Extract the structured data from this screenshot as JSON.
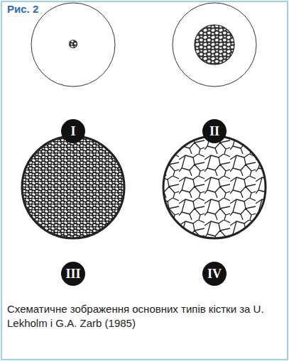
{
  "diagram": {
    "title": "Рис. 2",
    "caption": "Схематичне зображення основних типів кістки за U. Lekholm і G.A. Zarb (1985)",
    "nodes": [
      {
        "text": [
          "I"
        ]
      },
      {
        "text": [
          "II"
        ]
      },
      {
        "text": [
          "III"
        ]
      },
      {
        "text": [
          "IV"
        ]
      }
    ]
  }
}
